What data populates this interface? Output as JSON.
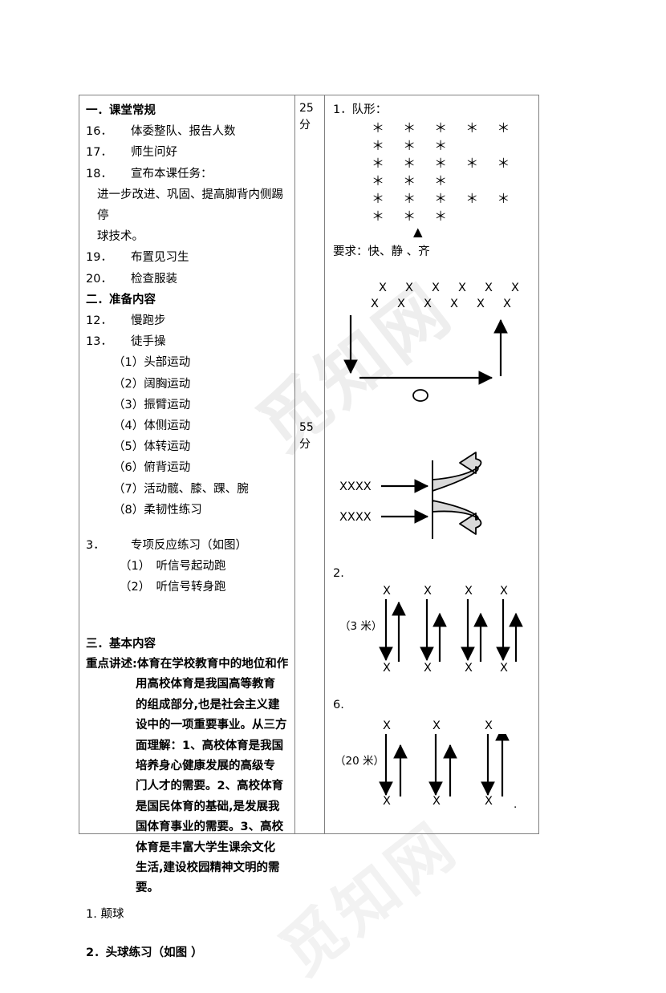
{
  "document": {
    "watermark_text": "觅知网",
    "table": {
      "columns": [
        "teaching_content",
        "time",
        "organization_diagram"
      ]
    }
  },
  "left_column": {
    "section_1": {
      "heading": "一．课堂常规",
      "items": [
        {
          "number": "16．",
          "text": "体委整队、报告人数"
        },
        {
          "number": "17．",
          "text": "师生问好"
        },
        {
          "number": "18．",
          "text": "宣布本课任务："
        }
      ],
      "task_lines": [
        "进一步改进、巩固、提高脚背内侧踢停",
        "球技术。"
      ],
      "items_cont": [
        {
          "number": "19．",
          "text": "布置见习生"
        },
        {
          "number": "20．",
          "text": "检查服装"
        }
      ]
    },
    "section_2": {
      "heading": "二．准备内容",
      "items": [
        {
          "number": "12．",
          "text": "慢跑步"
        },
        {
          "number": "13．",
          "text": "徒手操"
        }
      ],
      "sub_items": [
        "（1）头部运动",
        "（2）阔胸运动",
        "（3）振臂运动",
        "（4）体侧运动",
        "（5）体转运动",
        "（6）俯背运动",
        "（7）活动髋、膝、踝、腕",
        "（8）柔韧性练习"
      ]
    },
    "section_3": {
      "item_number": "3．",
      "item_text": "专项反应练习（如图）",
      "sub_items": [
        "（1）　听信号起动跑",
        "（2）　听信号转身跑"
      ]
    },
    "section_4": {
      "heading": "三．基本内容",
      "paragraph_label": "重点讲述:",
      "paragraph_lines": [
        "体育在学校教育中的地位和作",
        "用高校体育是我国高等教育",
        "的组成部分,也是社会主义建",
        "设中的一项重要事业。从三方",
        "面理解：1、高校体育是我国",
        "培养身心健康发展的高级专",
        "门人才的需要。2、高校体育",
        "是国民体育的基础,是发展我",
        "国体育事业的需要。3、高校",
        "体育是丰富大学生课余文化",
        "生活,建设校园精神文明的需",
        "要。"
      ],
      "trailing_items": [
        "1. 颠球",
        "2．头球练习（如图 ）"
      ]
    }
  },
  "time_column": {
    "entries": [
      {
        "value": "25",
        "unit": "分"
      },
      {
        "value": "55",
        "unit": "分"
      }
    ]
  },
  "right_column": {
    "formation": {
      "title": "1．队形：",
      "star_rows": [
        "＊ ＊ ＊ ＊ ＊ ＊ ＊ ＊",
        "＊ ＊ ＊ ＊ ＊ ＊ ＊ ＊",
        "＊ ＊ ＊ ＊ ＊ ＊ ＊ ＊"
      ],
      "leader_marker": "▲",
      "requirement": "要求：快、静 、齐"
    },
    "running_diagram": {
      "row_1": [
        "X",
        "X",
        "X",
        "X",
        "X",
        "X"
      ],
      "row_2": [
        "X",
        "X",
        "X",
        "X",
        "X",
        "X"
      ],
      "ball_marker": "○"
    },
    "turn_diagram": {
      "group_labels": [
        "XXXX",
        "XXXX"
      ]
    },
    "shuttle_3m": {
      "number": "2.",
      "distance_label": "（3 米）",
      "columns": 4,
      "top_marks": [
        "X",
        "X",
        "X",
        "X"
      ],
      "bottom_marks": [
        "X",
        "X",
        "X",
        "X"
      ]
    },
    "shuttle_20m": {
      "number": "6.",
      "distance_label": "（20 米）",
      "columns": 3,
      "top_marks": [
        "X",
        "X",
        "X"
      ],
      "bottom_marks": [
        "X",
        "X",
        "X"
      ],
      "trailing_dot": "."
    }
  }
}
